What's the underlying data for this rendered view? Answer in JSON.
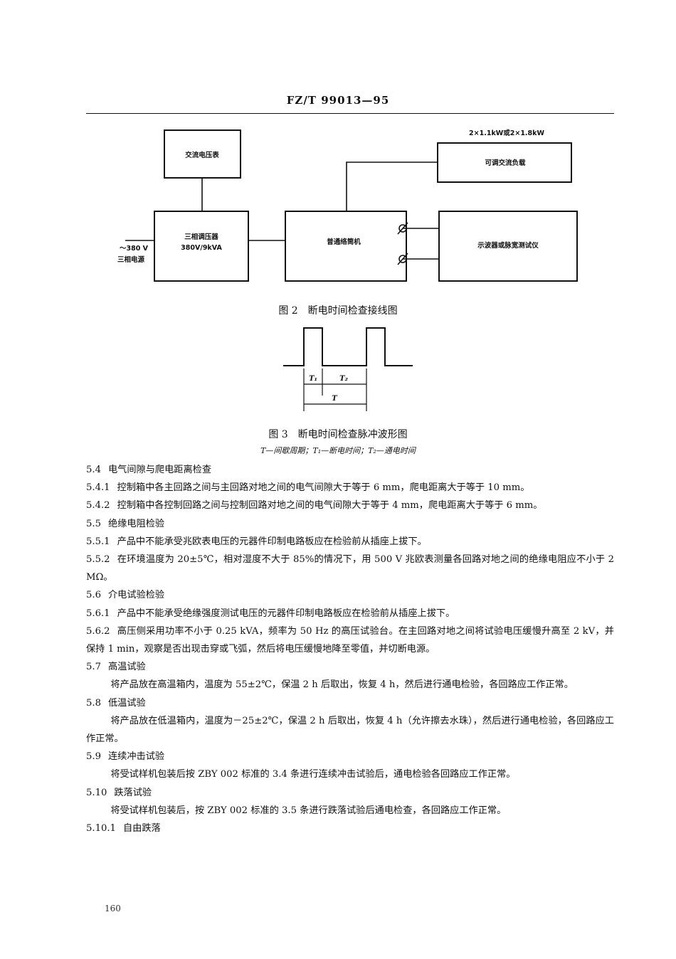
{
  "header": {
    "code": "FZ/T 99013—95"
  },
  "figure2": {
    "top_label": "2×1.1kW或2×1.8kW",
    "box_voltmeter": "交流电压表",
    "box_regulator_line1": "三相调压器",
    "box_regulator_line2": "380V/9kVA",
    "source_line1": "～380 V",
    "source_line2": "三相电源",
    "box_machine": "普通络筒机",
    "box_load": "可调交流负载",
    "box_scope": "示波器或脉宽测试仪",
    "caption": "图 2　断电时间检查接线图"
  },
  "figure3": {
    "label_t1": "T₁",
    "label_t2": "T₂",
    "label_t": "T",
    "caption": "图 3　断电时间检查脉冲波形图",
    "legend": "T—间歇周期；T₁—断电时间；T₂—通电时间"
  },
  "sections": [
    {
      "num": "5.4",
      "text": "电气间隙与爬电距离检查",
      "indent": false
    },
    {
      "num": "5.4.1",
      "text": "控制箱中各主回路之间与主回路对地之间的电气间隙大于等于 6 mm，爬电距离大于等于 10 mm。",
      "indent": false
    },
    {
      "num": "5.4.2",
      "text": "控制箱中各控制回路之间与控制回路对地之间的电气间隙大于等于 4 mm，爬电距离大于等于 6 mm。",
      "indent": false
    },
    {
      "num": "5.5",
      "text": "绝缘电阻检验",
      "indent": false
    },
    {
      "num": "5.5.1",
      "text": "产品中不能承受兆欧表电压的元器件印制电路板应在检验前从插座上拔下。",
      "indent": false
    },
    {
      "num": "5.5.2",
      "text": "在环境温度为 20±5℃，相对湿度不大于 85%的情况下，用 500 V 兆欧表测量各回路对地之间的绝缘电阻应不小于 2 MΩ。",
      "indent": false
    },
    {
      "num": "5.6",
      "text": "介电试验检验",
      "indent": false
    },
    {
      "num": "5.6.1",
      "text": "产品中不能承受绝缘强度测试电压的元器件印制电路板应在检验前从插座上拔下。",
      "indent": false
    },
    {
      "num": "5.6.2",
      "text": "高压侧采用功率不小于 0.25 kVA，频率为 50 Hz 的高压试验台。在主回路对地之间将试验电压缓慢升高至 2 kV，并保持 1 min，观察是否出现击穿或飞弧，然后将电压缓慢地降至零值，并切断电源。",
      "indent": false
    },
    {
      "num": "5.7",
      "text": "高温试验",
      "indent": false
    },
    {
      "num": "",
      "text": "将产品放在高温箱内，温度为 55±2℃，保温 2 h 后取出，恢复 4 h，然后进行通电检验，各回路应工作正常。",
      "indent": true
    },
    {
      "num": "5.8",
      "text": "低温试验",
      "indent": false
    },
    {
      "num": "",
      "text": "将产品放在低温箱内，温度为－25±2℃，保温 2 h 后取出，恢复 4 h（允许擦去水珠），然后进行通电检验，各回路应工作正常。",
      "indent": true
    },
    {
      "num": "5.9",
      "text": "连续冲击试验",
      "indent": false
    },
    {
      "num": "",
      "text": "将受试样机包装后按 ZBY 002 标准的 3.4 条进行连续冲击试验后，通电检验各回路应工作正常。",
      "indent": true
    },
    {
      "num": "5.10",
      "text": "跌落试验",
      "indent": false
    },
    {
      "num": "",
      "text": "将受试样机包装后，按 ZBY 002 标准的 3.5 条进行跌落试验后通电检查，各回路应工作正常。",
      "indent": true
    },
    {
      "num": "5.10.1",
      "text": "自由跌落",
      "indent": false
    }
  ],
  "footer": {
    "page_number": "160"
  }
}
